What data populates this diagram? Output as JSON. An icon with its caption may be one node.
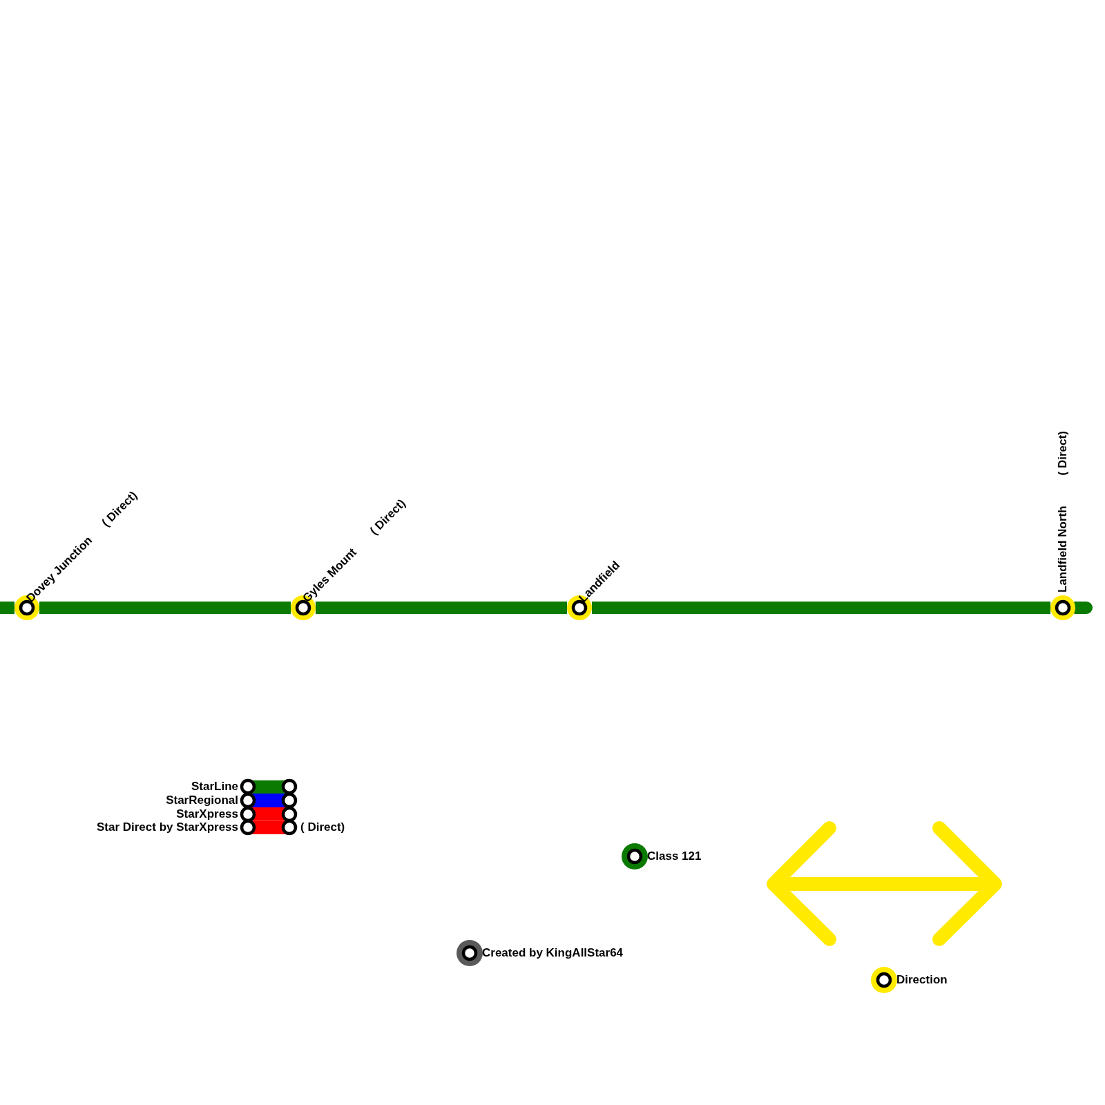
{
  "diagram": {
    "nodes": [
      {
        "text": [
          "Dovey Junction",
          "( Direct)"
        ]
      },
      {
        "text": [
          "Gyles Mount",
          "( Direct)"
        ]
      },
      {
        "text": [
          "Landfield"
        ]
      },
      {
        "text": [
          "Landfield North",
          "( Direct)"
        ]
      }
    ],
    "edges": [
      {
        "from": null,
        "to": 0,
        "arrow": "none"
      },
      {
        "from": 0,
        "to": 1,
        "arrow": "none"
      },
      {
        "from": 1,
        "to": 2,
        "arrow": "none"
      },
      {
        "from": 2,
        "to": 3,
        "arrow": "none"
      },
      {
        "from": 3,
        "to": null,
        "arrow": "none"
      }
    ],
    "labels": [
      "( Direct)",
      "Created by KingAllStar64"
    ],
    "legend": [
      {
        "text": "StarLine",
        "color": "#0a7a00"
      },
      {
        "text": "StarRegional",
        "color": "#0000ff"
      },
      {
        "text": "StarXpress",
        "color": "#ff0000"
      },
      {
        "text": "Star Direct by StarXpress",
        "color": "#ff0000"
      },
      {
        "text": "Class 121",
        "color": "#0a7a00"
      },
      {
        "text": "Direction",
        "color": "#ffea00"
      }
    ]
  }
}
